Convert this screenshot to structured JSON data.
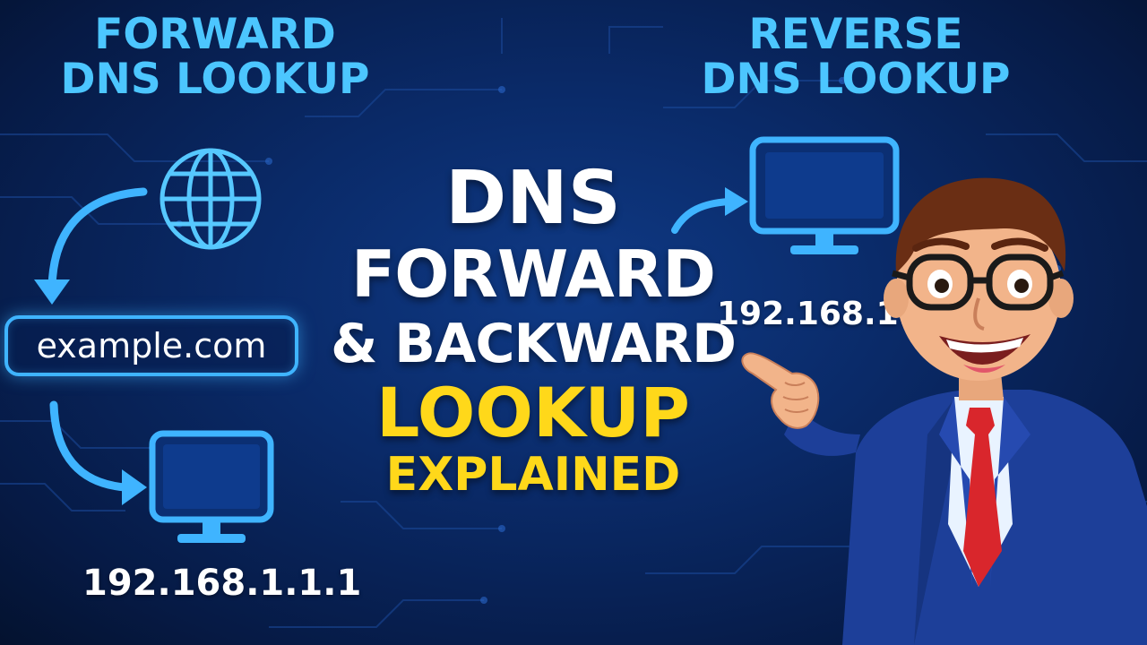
{
  "colors": {
    "background": "#0a2a68",
    "accent_blue": "#3fb4ff",
    "title_blue": "#4cc6ff",
    "title_white": "#ffffff",
    "title_yellow": "#ffd81a"
  },
  "forward_panel": {
    "title_line1": "FORWARD",
    "title_line2": "DNS LOOKUP",
    "icon": "globe-icon",
    "domain": "example.com",
    "computer_icon": "monitor-icon",
    "ip": "192.168.1.1.1"
  },
  "reverse_panel": {
    "title_line1": "REVERSE",
    "title_line2": "DNS LOOKUP",
    "computer_icon": "monitor-icon",
    "ip": "192.168.1.1.1"
  },
  "main_title": {
    "line1": "DNS",
    "line2": "FORWARD",
    "line3": "& BACKWARD",
    "line4": "LOOKUP",
    "line5": "EXPLAINED"
  },
  "presenter": {
    "icon": "presenter-character-illustration"
  }
}
